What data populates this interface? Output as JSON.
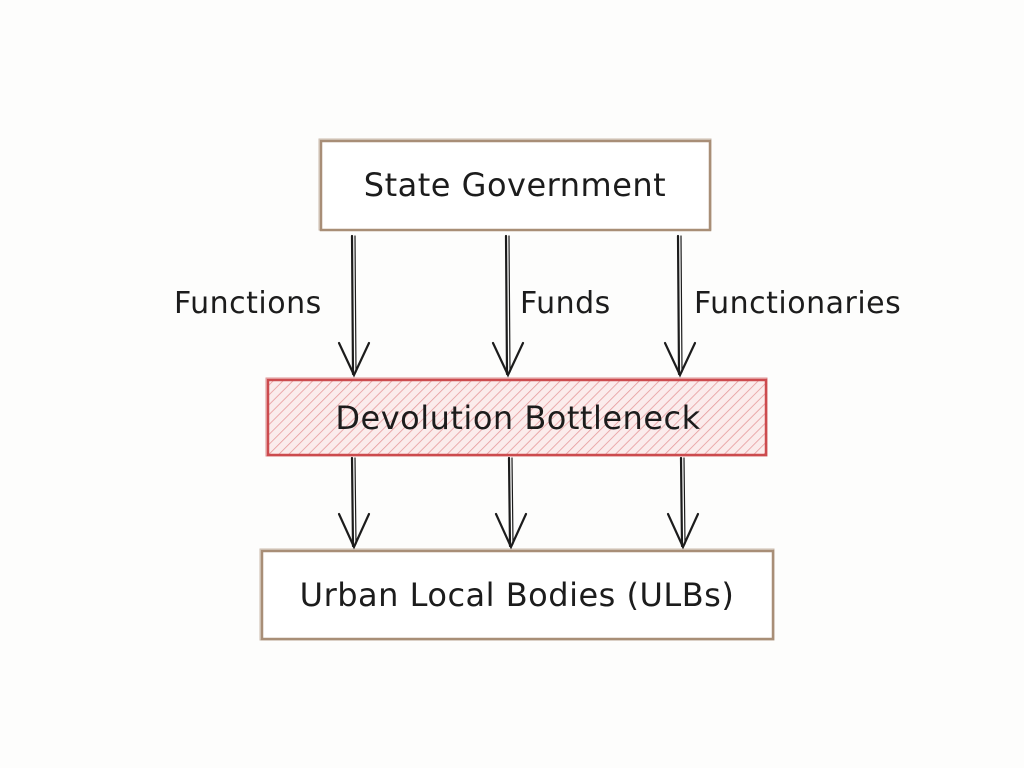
{
  "colors": {
    "background": "#fdfdfc",
    "box_border": "#a88e77",
    "bottleneck_border": "#cc4b4e",
    "bottleneck_hatch": "#e69a9c",
    "bottleneck_fill": "#fbecec",
    "arrow": "#1c1c1c",
    "text": "#1c1c1c"
  },
  "nodes": {
    "state": {
      "label": "State Government"
    },
    "bottleneck": {
      "label": "Devolution Bottleneck"
    },
    "ulb": {
      "label": "Urban Local Bodies (ULBs)"
    }
  },
  "flows": [
    {
      "label": "Functions"
    },
    {
      "label": "Funds"
    },
    {
      "label": "Functionaries"
    }
  ]
}
